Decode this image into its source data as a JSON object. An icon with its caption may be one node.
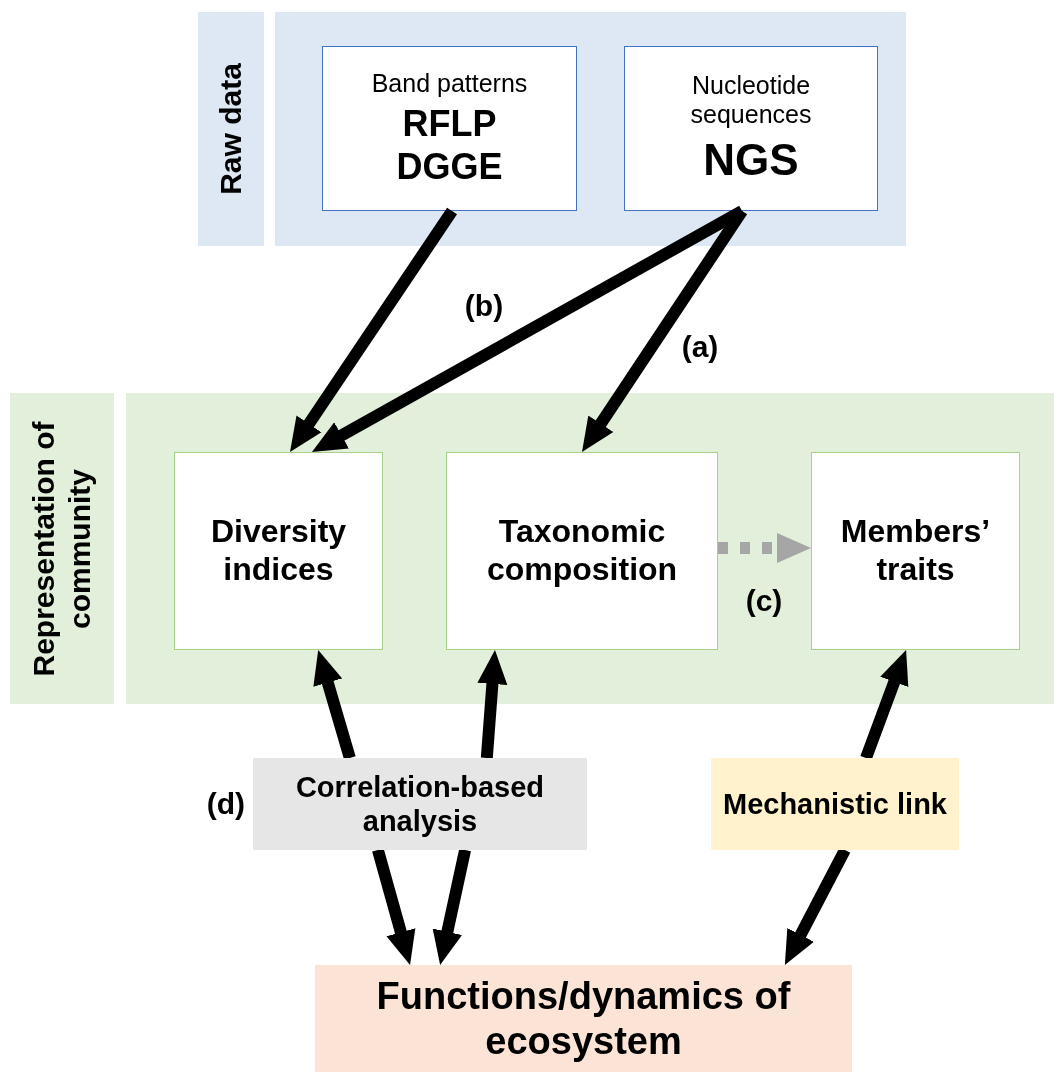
{
  "diagram": {
    "nodes": [
      {
        "text": [
          "Raw data"
        ]
      },
      {
        "text": [],
        "shape": "box"
      },
      {
        "text": [
          "Band patterns",
          "RFLP DGGE"
        ],
        "in": 1
      },
      {
        "text": [
          "Nucleotide sequences",
          "NGS"
        ],
        "in": 1
      },
      {
        "text": [
          "Representation of community"
        ]
      },
      {
        "text": [],
        "shape": "box"
      },
      {
        "text": [
          "Diversity indices"
        ],
        "in": 5
      },
      {
        "text": [
          "Taxonomic composition"
        ],
        "in": 5
      },
      {
        "text": [
          "Members’ traits"
        ],
        "in": 5
      },
      {
        "text": [
          "Correlation-based analysis"
        ],
        "beside": [
          "(d)"
        ]
      },
      {
        "text": [
          "Mechanistic link"
        ]
      },
      {
        "text": [
          "Functions/dynamics of ecosystem"
        ]
      }
    ],
    "edges": [
      {
        "from": 2,
        "to": 6,
        "arrow": "to"
      },
      {
        "from": 3,
        "to": 6,
        "arrow": "to",
        "label": "(b)"
      },
      {
        "from": 3,
        "to": 7,
        "arrow": "to",
        "label": "(a)"
      },
      {
        "from": 7,
        "to": 8,
        "arrow": "to",
        "label": "(c)",
        "style": "dashed",
        "color": "#a6a6a6"
      },
      {
        "from": 9,
        "to": 6,
        "arrow": "to"
      },
      {
        "from": 9,
        "to": 7,
        "arrow": "to"
      },
      {
        "from": 9,
        "to": 11,
        "arrow": "to"
      },
      {
        "from": 9,
        "to": 11,
        "arrow": "to"
      },
      {
        "from": 10,
        "to": 8,
        "arrow": "to"
      },
      {
        "from": 10,
        "to": 11,
        "arrow": "to"
      }
    ]
  }
}
